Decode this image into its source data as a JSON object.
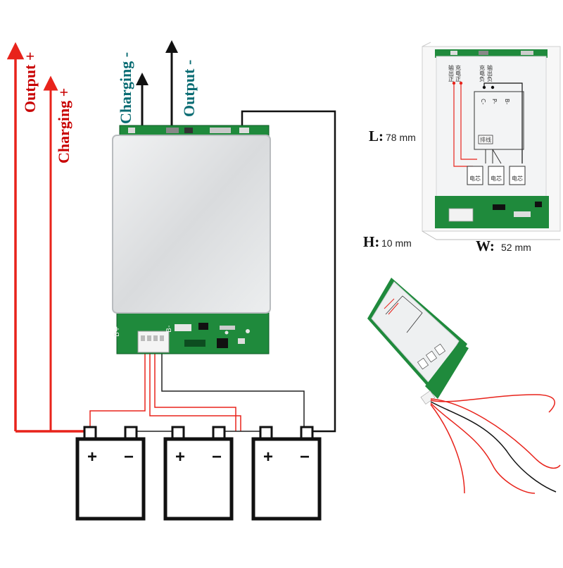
{
  "wiring_labels": {
    "output_plus": "Output +",
    "charging_plus": "Charging +",
    "charging_minus": "Charging -",
    "output_minus": "Output -"
  },
  "batteries": [
    {
      "plus": "+",
      "minus": "−"
    },
    {
      "plus": "+",
      "minus": "−"
    },
    {
      "plus": "+",
      "minus": "−"
    }
  ],
  "board_pins": {
    "b_plus": "B+",
    "b_minus": "B-"
  },
  "dimensions": {
    "length_letter": "L:",
    "length_value": "78 mm",
    "height_letter": "H:",
    "height_value": "10 mm",
    "width_letter": "W:",
    "width_value": "52 mm"
  },
  "schematic": {
    "col1": "输出正",
    "col2": "充电正",
    "col3": "充电负",
    "col4": "输出负",
    "term_c": "C-",
    "term_p": "P-",
    "term_b": "B-",
    "cable": "排线",
    "cell": "电芯"
  },
  "colors": {
    "red_wire": "#e8231b",
    "dark_red_text": "#c80000",
    "teal_text": "#0a6c73",
    "pcb_green": "#1f8a3c"
  }
}
